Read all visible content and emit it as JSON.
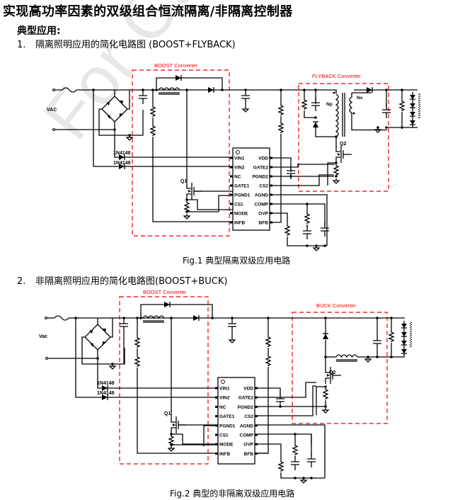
{
  "title": "实现高功率因素的双级组合恒流隔离/非隔离控制器",
  "section_heading": "典型应用:",
  "items": [
    {
      "num": "1.",
      "text": "隔离照明应用的简化电路图 (BOOST+FLYBACK)"
    },
    {
      "num": "2.",
      "text": "非隔离照明应用的简化电路图(BOOST+BUCK)"
    }
  ],
  "fig1": {
    "caption": "Fig.1  典型隔离双级应用电路",
    "boost_label": "BOOST Converter",
    "stage2_label": "FLYBACK Converter",
    "input_label": "VAC",
    "diode1": "1N4148",
    "diode2": "1N4148",
    "q1": "Q1",
    "q2": "Q2",
    "np": "Np",
    "ns": "Ns"
  },
  "fig2": {
    "caption": "Fig.2  典型的非隔离双级应用电路",
    "boost_label": "BOOST Converter",
    "stage2_label": "BUCK Converter",
    "input_label": "Vac",
    "diode1": "1N4148",
    "diode2": "1N4148",
    "q1": "Q1",
    "q2": "Q2"
  },
  "ic_pins": {
    "left": [
      "VIN1",
      "VIN2",
      "NC",
      "GATE1",
      "PGND1",
      "CS1",
      "MODE",
      "INFB"
    ],
    "right": [
      "VDD",
      "GATE2",
      "PGND2",
      "CS2",
      "AGND",
      "COMP",
      "OVP",
      "BFB"
    ]
  },
  "watermark": "For Customer Use Only",
  "colors": {
    "annotation": "#e00000",
    "text": "#000000"
  }
}
